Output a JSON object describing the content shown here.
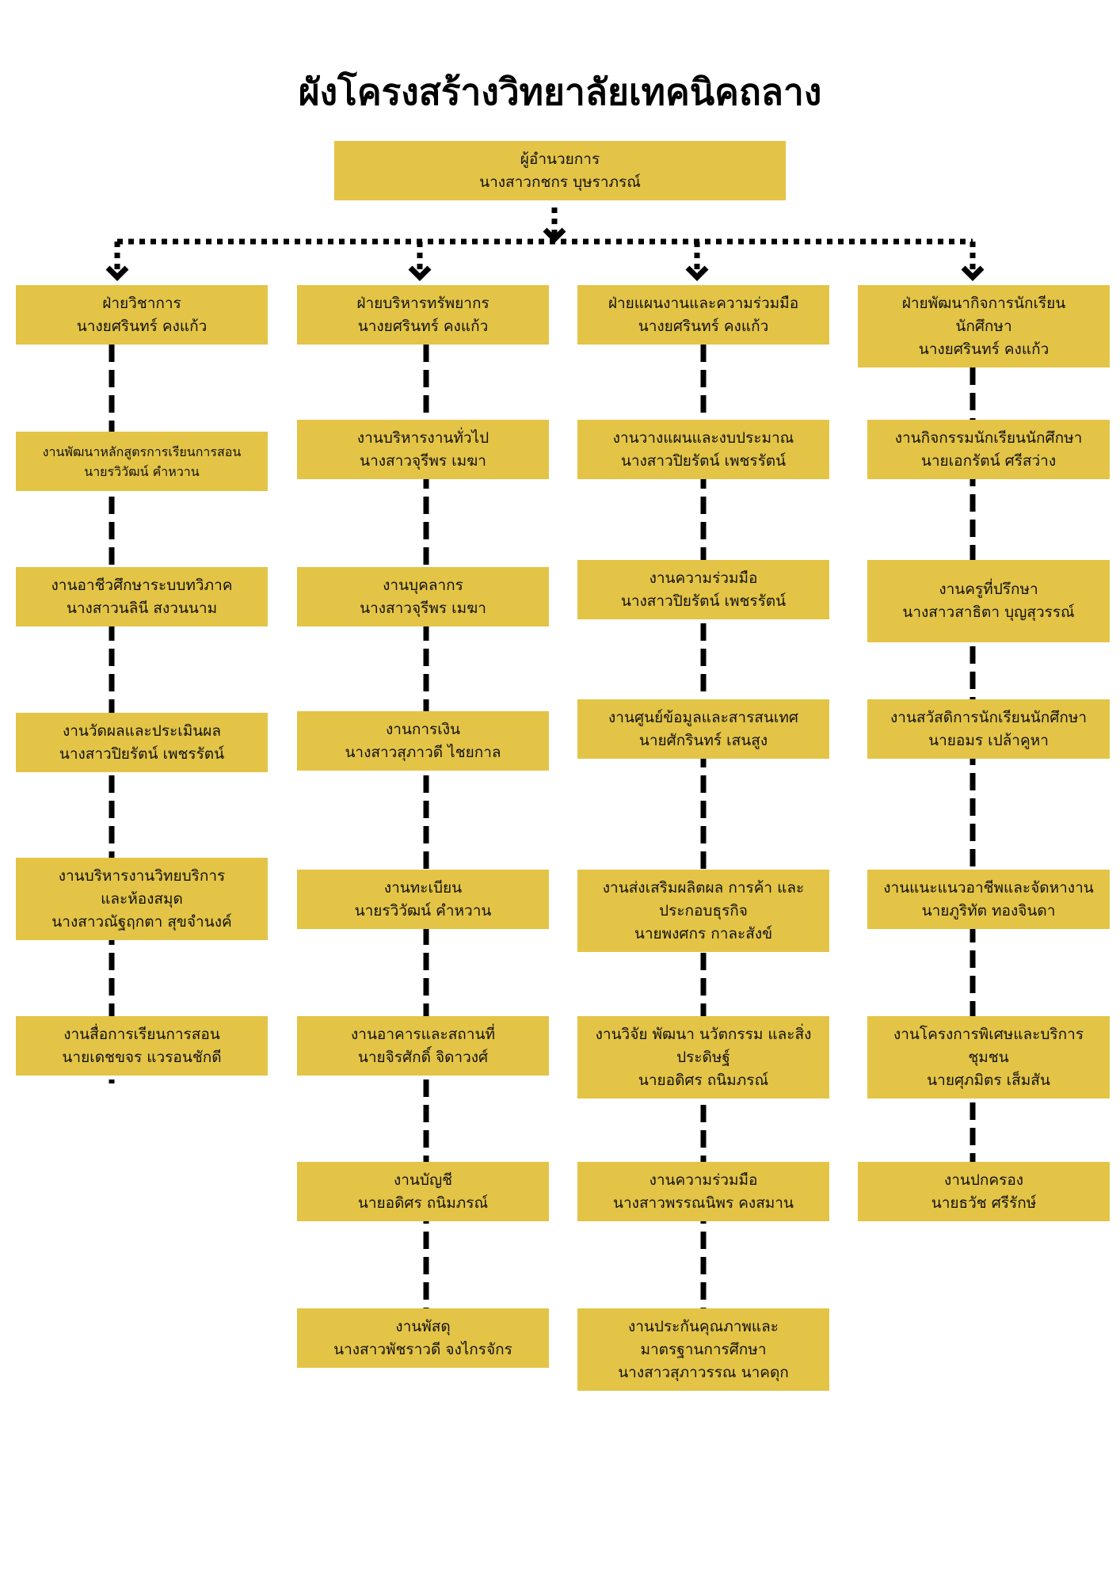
{
  "title": "ผังโครงสร้างวิทยาลัยเทคนิคถลาง",
  "director": {
    "role": "ผู้อำนวยการ",
    "name": "นางสาวกชกร  บุษราภรณ์"
  },
  "departments": [
    {
      "lines": [
        "ฝ่ายวิชาการ",
        "นางยศรินทร์ คงแก้ว"
      ],
      "units": [
        [
          "งานพัฒนาหลักสูตรการเรียนการสอน",
          "นายรวิวัฒน์ คำหวาน"
        ],
        [
          "งานอาชีวศึกษาระบบทวิภาค",
          "นางสาวนลินี สงวนนาม"
        ],
        [
          "งานวัดผลและประเมินผล",
          "นางสาวปิยรัตน์ เพชรรัตน์"
        ],
        [
          "งานบริหารงานวิทยบริการ",
          "และห้องสมุด",
          "นางสาวณัฐฤกตา สุขจำนงค์"
        ],
        [
          "งานสื่อการเรียนการสอน",
          "นายเดชขจร แวรอนชักดี"
        ]
      ]
    },
    {
      "lines": [
        "ฝ่ายบริหารทรัพยากร",
        "นางยศรินทร์ คงแก้ว"
      ],
      "units": [
        [
          "งานบริหารงานทั่วไป",
          "นางสาวจุรีพร เมฆา"
        ],
        [
          "งานบุคลากร",
          "นางสาวจุรีพร เมฆา"
        ],
        [
          "งานการเงิน",
          "นางสาวสุภาวดี ไชยกาล"
        ],
        [
          "งานทะเบียน",
          "นายรวิวัฒน์ คำหวาน"
        ],
        [
          "งานอาคารและสถานที่",
          "นายจิรศักดิ์ จิดาวงศ์"
        ],
        [
          "งานบัญชี",
          "นายอดิศร ถนิมภรณ์"
        ],
        [
          "งานพัสดุ",
          "นางสาวพัชราวดี จงไกรจักร"
        ]
      ]
    },
    {
      "lines": [
        "ฝ่ายแผนงานและความร่วมมือ",
        "นางยศรินทร์ คงแก้ว"
      ],
      "units": [
        [
          "งานวางแผนและงบประมาณ",
          "นางสาวปิยรัตน์ เพชรรัตน์"
        ],
        [
          "งานความร่วมมือ",
          "นางสาวปิยรัตน์ เพชรรัตน์"
        ],
        [
          "งานศูนย์ข้อมูลและสารสนเทศ",
          "นายศักรินทร์ เสนสูง"
        ],
        [
          "งานส่งเสริมผลิตผล การค้า และ",
          "ประกอบธุรกิจ",
          "นายพงศกร กาละสังข์"
        ],
        [
          "งานวิจัย พัฒนา นวัตกรรม และสิ่ง",
          "ประดิษฐ์",
          "นายอดิศร ถนิมภรณ์"
        ],
        [
          "งานความร่วมมือ",
          "นางสาวพรรณนิพร คงสมาน"
        ],
        [
          "งานประกันคุณภาพและ",
          "มาตรฐานการศึกษา",
          "นางสาวสุภาวรรณ นาคดุก"
        ]
      ]
    },
    {
      "lines": [
        "ฝ่ายพัฒนากิจการนักเรียน",
        "นักศึกษา",
        "นางยศรินทร์ คงแก้ว"
      ],
      "units": [
        [
          "งานกิจกรรมนักเรียนนักศึกษา",
          "นายเอกรัตน์ ศรีสว่าง"
        ],
        [
          "งานครูที่ปรึกษา",
          "นางสาวสาธิตา บุญสุวรรณ์"
        ],
        [
          "งานสวัสดิการนักเรียนนักศึกษา",
          "นายอมร เปล้าคูหา"
        ],
        [
          "งานแนะแนวอาชีพและจัดหางาน",
          "นายภูริทัต ทองจินดา"
        ],
        [
          "งานโครงการพิเศษและบริการ",
          "ชุมชน",
          "นายศุภมิตร เส็มสัน"
        ],
        [
          "งานปกครอง",
          "นายธวัช ศรีรักษ์"
        ]
      ]
    }
  ]
}
